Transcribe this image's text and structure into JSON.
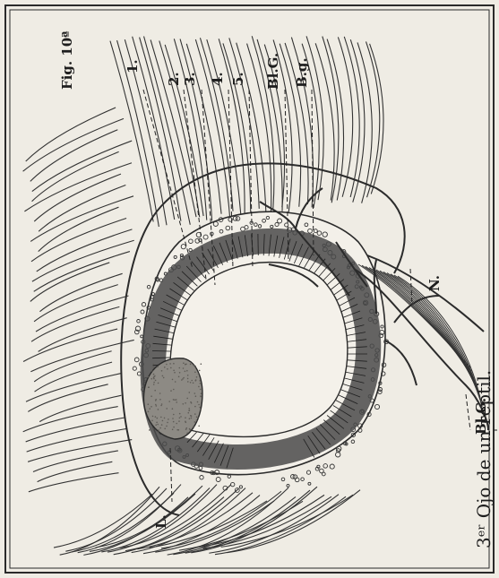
{
  "figure_number": "Fig. 10ª",
  "caption": "3ᵉʳ Ojo de un reptil.",
  "labels": {
    "l1": "1.",
    "l2": "2.",
    "l3": "3.",
    "l4": "4.",
    "l5": "5.",
    "big_top": "Bl.G.",
    "bg": "B.g.",
    "n": "N.",
    "big_bottom": "Bl.G.",
    "lens": "L."
  }
}
